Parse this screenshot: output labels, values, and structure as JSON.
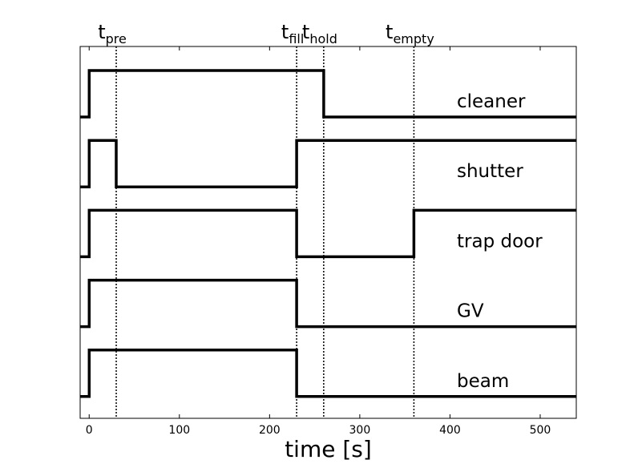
{
  "chart_data": {
    "type": "line",
    "xlabel": "time [s]",
    "xlim": [
      -10,
      540
    ],
    "xticks": [
      0,
      100,
      200,
      300,
      400,
      500
    ],
    "x_tick_labels": [
      "0",
      "100",
      "200",
      "300",
      "400",
      "500"
    ],
    "yticks_visible": false,
    "grid": false,
    "markers": [
      {
        "base": "t",
        "sub": "pre",
        "x": 30
      },
      {
        "base": "t",
        "sub": "fill",
        "x": 230
      },
      {
        "base": "t",
        "sub": "hold",
        "x": 260
      },
      {
        "base": "t",
        "sub": "empty",
        "x": 360
      }
    ],
    "series": [
      {
        "name": "cleaner",
        "x": [
          -10,
          0,
          0,
          260,
          260,
          540
        ],
        "y": [
          0,
          0,
          1,
          1,
          0,
          0
        ]
      },
      {
        "name": "shutter",
        "x": [
          -10,
          0,
          0,
          30,
          30,
          230,
          230,
          540
        ],
        "y": [
          0,
          0,
          1,
          1,
          0,
          0,
          1,
          1
        ]
      },
      {
        "name": "trap door",
        "x": [
          -10,
          0,
          0,
          230,
          230,
          360,
          360,
          540
        ],
        "y": [
          0,
          0,
          1,
          1,
          0,
          0,
          1,
          1
        ]
      },
      {
        "name": "GV",
        "x": [
          -10,
          0,
          0,
          230,
          230,
          540
        ],
        "y": [
          0,
          0,
          1,
          1,
          0,
          0
        ]
      },
      {
        "name": "beam",
        "x": [
          -10,
          0,
          0,
          230,
          230,
          540
        ],
        "y": [
          0,
          0,
          1,
          1,
          0,
          0
        ]
      }
    ]
  }
}
